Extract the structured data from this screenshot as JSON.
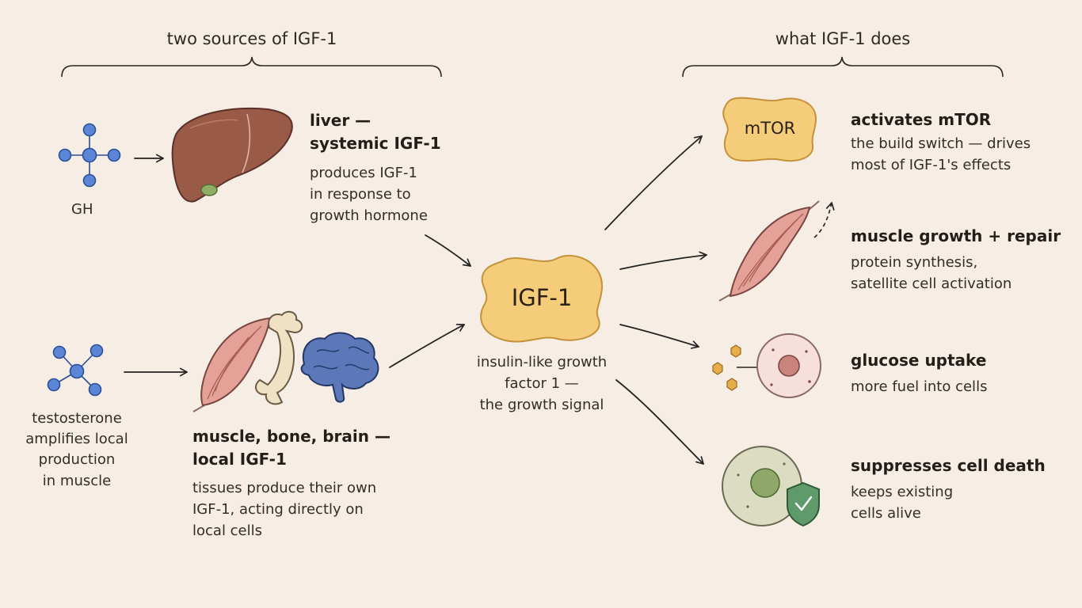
{
  "headers": {
    "sources": "two sources of IGF-1",
    "effects": "what IGF-1 does"
  },
  "sources": {
    "gh": {
      "label": "GH"
    },
    "liver": {
      "title_lines": [
        "liver —",
        "systemic IGF-1"
      ],
      "desc_lines": [
        "produces IGF-1",
        "in response to",
        "growth hormone"
      ]
    },
    "testosterone": {
      "lines": [
        "testosterone",
        "amplifies local",
        "production",
        "in muscle"
      ]
    },
    "local": {
      "title_lines": [
        "muscle, bone, brain —",
        "local IGF-1"
      ],
      "desc_lines": [
        "tissues produce their own",
        "IGF-1, acting directly on",
        "local cells"
      ]
    }
  },
  "center": {
    "label": "IGF-1",
    "caption_lines": [
      "insulin-like growth",
      "factor 1 —",
      "the growth signal"
    ]
  },
  "effects": {
    "mtor": {
      "icon_label": "mTOR",
      "title": "activates mTOR",
      "desc_lines": [
        "the build switch — drives",
        "most of IGF-1's effects"
      ]
    },
    "muscle": {
      "title": "muscle growth + repair",
      "desc_lines": [
        "protein synthesis,",
        "satellite cell activation"
      ]
    },
    "glucose": {
      "title": "glucose uptake",
      "desc_lines": [
        "more fuel into cells"
      ]
    },
    "survival": {
      "title": "suppresses cell death",
      "desc_lines": [
        "keeps existing",
        "cells alive"
      ]
    }
  },
  "colors": {
    "background": "#f6ede4",
    "molecule": "#5b86d6",
    "liver": "#9a5a48",
    "muscle": "#e4a198",
    "blob": "#f5cc7a",
    "brain": "#5d78b8",
    "shield": "#5f9a6a"
  }
}
